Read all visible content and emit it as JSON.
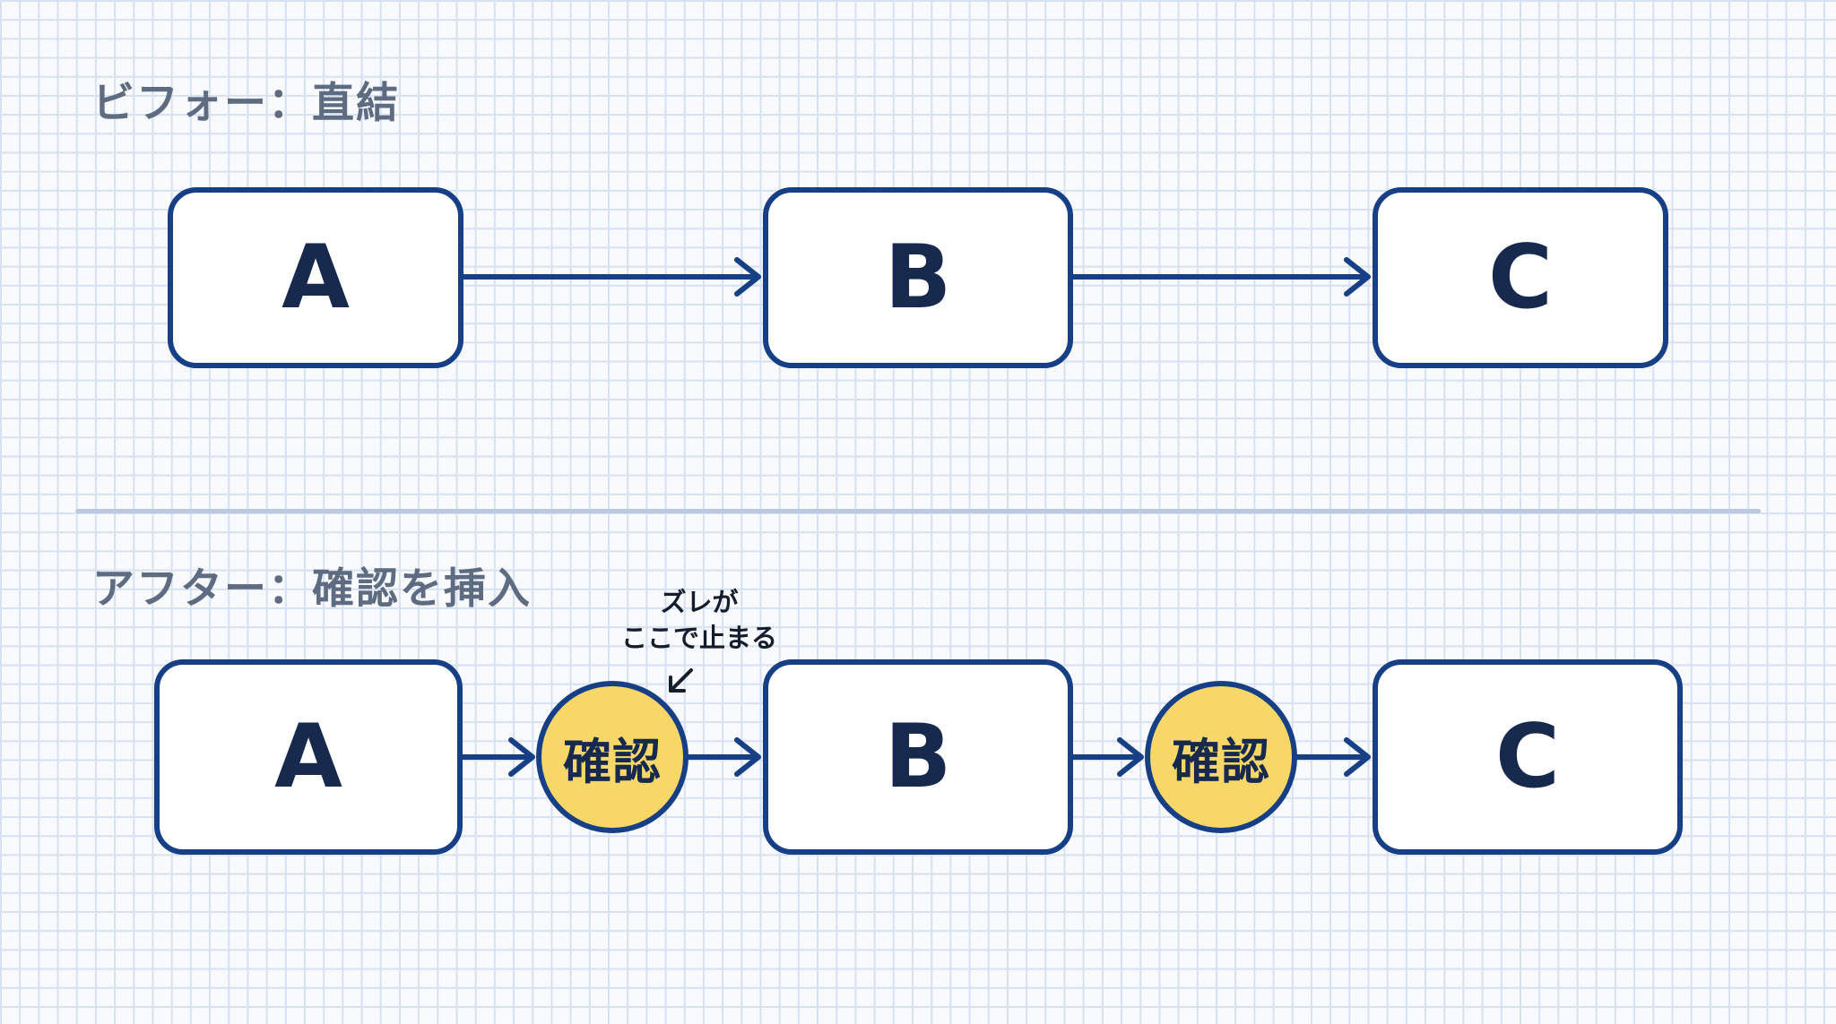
{
  "before": {
    "title": "ビフォー：直結",
    "nodes": [
      {
        "label": "A"
      },
      {
        "label": "B"
      },
      {
        "label": "C"
      }
    ]
  },
  "after": {
    "title": "アフター：確認を挿入",
    "nodes": [
      {
        "label": "A"
      },
      {
        "label": "B"
      },
      {
        "label": "C"
      }
    ],
    "checkpoints": [
      {
        "label": "確認"
      },
      {
        "label": "確認"
      }
    ],
    "annotation": {
      "line1": "ズレが",
      "line2": "ここで止まる"
    }
  },
  "colors": {
    "stroke": "#173f85",
    "node_fill": "#ffffff",
    "checkpoint_fill": "#f8d769",
    "title_text": "#5e6b80",
    "grid": "#d6e1f1"
  }
}
